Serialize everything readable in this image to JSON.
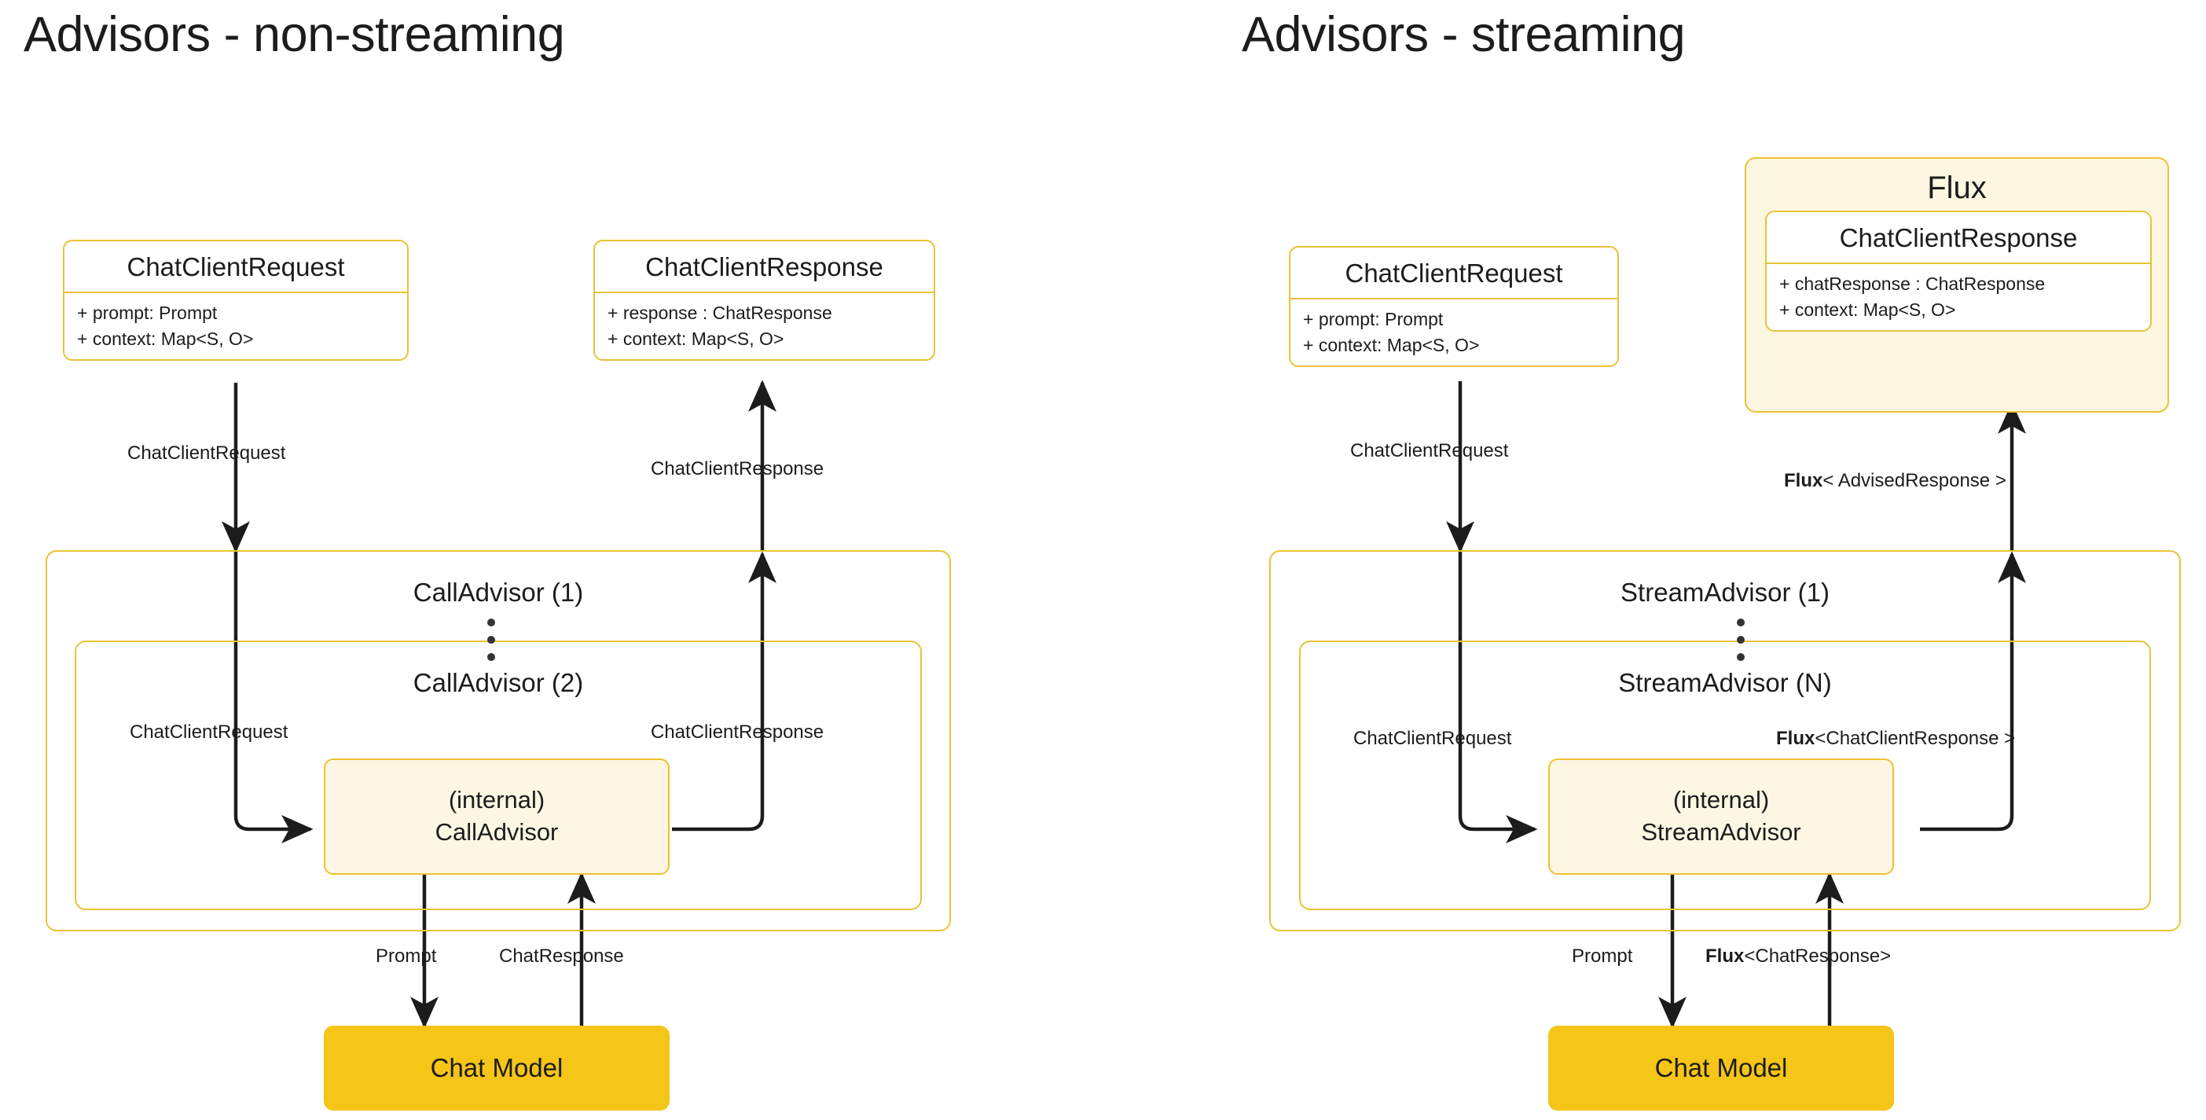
{
  "panels": [
    {
      "id": "non-streaming",
      "title": "Advisors - non-streaming",
      "request_box": {
        "title": "ChatClientRequest",
        "attrs": [
          "+ prompt: Prompt",
          "+ context: Map<S, O>"
        ]
      },
      "response_box": {
        "title": "ChatClientResponse",
        "attrs": [
          "+ response : ChatResponse",
          "+ context: Map<S, O>"
        ]
      },
      "flux_wrapper": null,
      "advisor_outer_label": "CallAdvisor (1)",
      "advisor_inner_label": "CallAdvisor (2)",
      "internal_box": {
        "line1": "(internal)",
        "line2": "CallAdvisor"
      },
      "chat_model": "Chat Model",
      "edges": {
        "request_in": "ChatClientRequest",
        "response_out": "ChatClientResponse",
        "inner_request": "ChatClientRequest",
        "inner_response": "ChatClientResponse",
        "model_in_bold": "",
        "model_in": "Prompt",
        "model_out_bold": "",
        "model_out": "ChatResponse"
      }
    },
    {
      "id": "streaming",
      "title": "Advisors - streaming",
      "request_box": {
        "title": "ChatClientRequest",
        "attrs": [
          "+ prompt: Prompt",
          "+ context: Map<S, O>"
        ]
      },
      "response_box": {
        "title": "ChatClientResponse",
        "attrs": [
          "+ chatResponse : ChatResponse",
          "+ context: Map<S, O>"
        ]
      },
      "flux_wrapper": {
        "label": "Flux"
      },
      "advisor_outer_label": "StreamAdvisor (1)",
      "advisor_inner_label": "StreamAdvisor (N)",
      "internal_box": {
        "line1": "(internal)",
        "line2": "StreamAdvisor"
      },
      "chat_model": "Chat Model",
      "edges": {
        "request_in": "ChatClientRequest",
        "response_out_bold": "Flux",
        "response_out": "< AdvisedResponse >",
        "inner_request": "ChatClientRequest",
        "inner_response_bold": "Flux",
        "inner_response": "<ChatClientResponse >",
        "model_in": "Prompt",
        "model_out_bold": "Flux",
        "model_out": "<ChatResponse>"
      }
    }
  ],
  "colors": {
    "border_yellow": "#E9C336",
    "internal_fill": "#FDF6E3",
    "flux_fill": "#FDF6E0",
    "chat_model_fill": "#F5C518",
    "arrow_stroke": "#1c1c1c",
    "background": "#ffffff"
  }
}
